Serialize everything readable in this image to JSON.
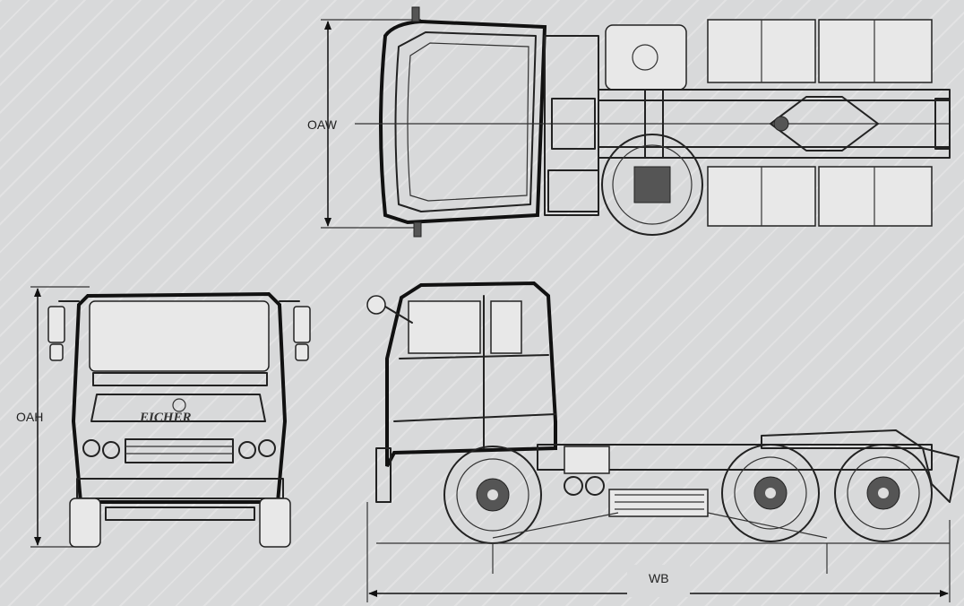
{
  "labels": {
    "oaw": "OAW",
    "oah": "OAH",
    "wb": "WB",
    "brand": "EICHER"
  },
  "colors": {
    "background": "#d8d9da",
    "line": "#222222"
  }
}
